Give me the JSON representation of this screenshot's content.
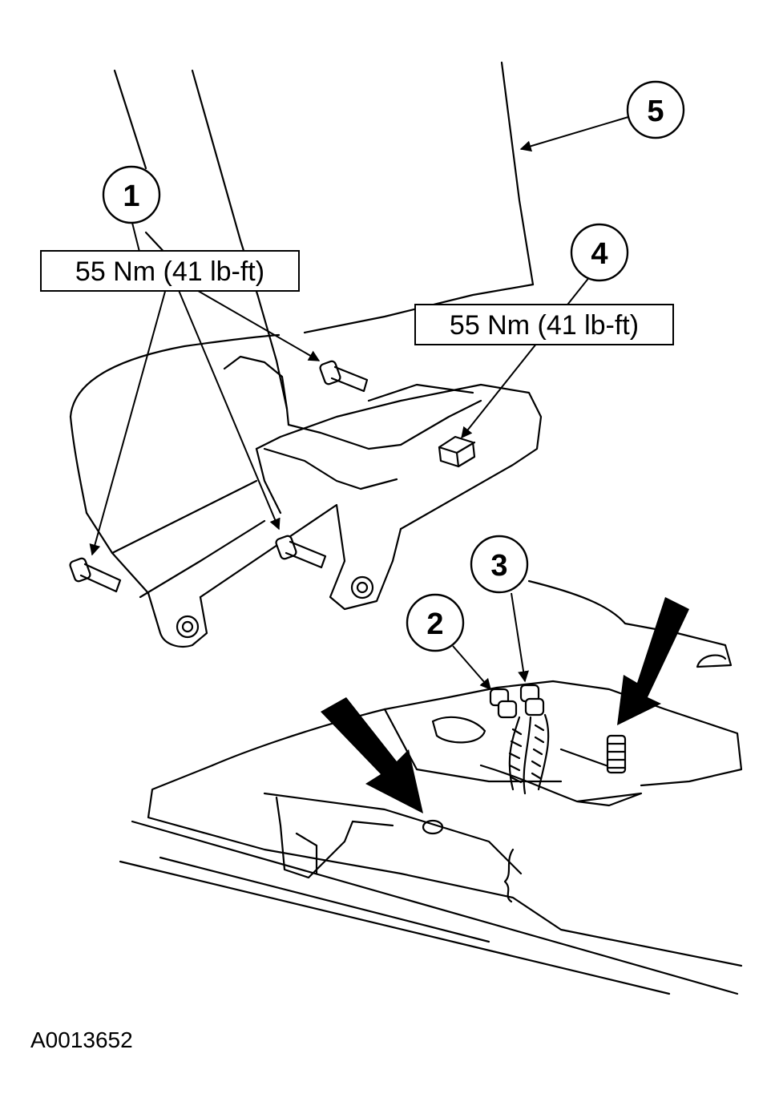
{
  "callouts": {
    "c1": "1",
    "c2": "2",
    "c3": "3",
    "c4": "4",
    "c5": "5"
  },
  "torque_labels": {
    "left": "55 Nm (41 lb-ft)",
    "right": "55 Nm (41 lb-ft)"
  },
  "figure_id": "A0013652",
  "colors": {
    "ink": "#000000",
    "paper": "#ffffff"
  }
}
